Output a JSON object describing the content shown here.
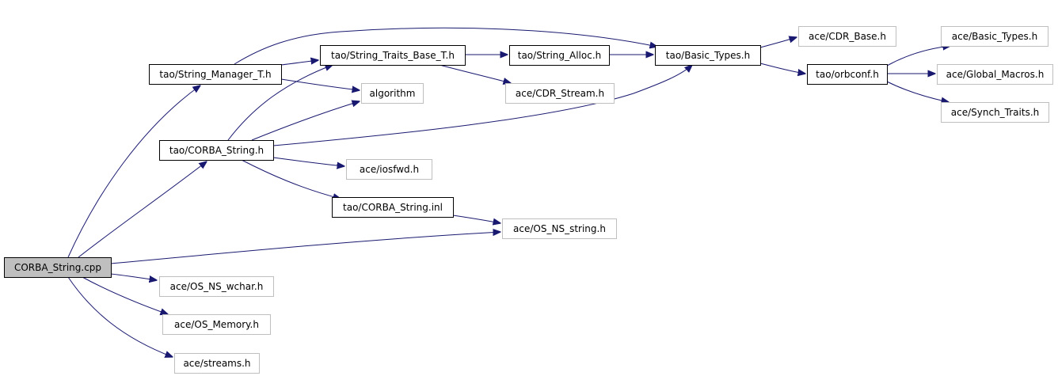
{
  "diagram": {
    "colors": {
      "edge": "#191970",
      "highlight_fill": "#bfbfbf",
      "solid_border": "#000000",
      "faded_border": "#bfbfbf",
      "background": "#ffffff"
    },
    "nodes": [
      {
        "id": "corba_string_cpp",
        "label": "CORBA_String.cpp",
        "style": "highlight"
      },
      {
        "id": "string_manager_t",
        "label": "tao/String_Manager_T.h",
        "style": "solid"
      },
      {
        "id": "corba_string_h",
        "label": "tao/CORBA_String.h",
        "style": "solid"
      },
      {
        "id": "string_traits_base_t",
        "label": "tao/String_Traits_Base_T.h",
        "style": "solid"
      },
      {
        "id": "string_alloc",
        "label": "tao/String_Alloc.h",
        "style": "solid"
      },
      {
        "id": "basic_types_tao",
        "label": "tao/Basic_Types.h",
        "style": "solid"
      },
      {
        "id": "orbconf",
        "label": "tao/orbconf.h",
        "style": "solid"
      },
      {
        "id": "corba_string_inl",
        "label": "tao/CORBA_String.inl",
        "style": "solid"
      },
      {
        "id": "algorithm",
        "label": "algorithm",
        "style": "faded"
      },
      {
        "id": "cdr_stream",
        "label": "ace/CDR_Stream.h",
        "style": "faded"
      },
      {
        "id": "cdr_base",
        "label": "ace/CDR_Base.h",
        "style": "faded"
      },
      {
        "id": "iosfwd",
        "label": "ace/iosfwd.h",
        "style": "faded"
      },
      {
        "id": "os_ns_string",
        "label": "ace/OS_NS_string.h",
        "style": "faded"
      },
      {
        "id": "os_ns_wchar",
        "label": "ace/OS_NS_wchar.h",
        "style": "faded"
      },
      {
        "id": "os_memory",
        "label": "ace/OS_Memory.h",
        "style": "faded"
      },
      {
        "id": "streams",
        "label": "ace/streams.h",
        "style": "faded"
      },
      {
        "id": "basic_types_ace",
        "label": "ace/Basic_Types.h",
        "style": "faded"
      },
      {
        "id": "global_macros",
        "label": "ace/Global_Macros.h",
        "style": "faded"
      },
      {
        "id": "synch_traits",
        "label": "ace/Synch_Traits.h",
        "style": "faded"
      }
    ],
    "edges": [
      {
        "from": "corba_string_cpp",
        "to": "string_manager_t"
      },
      {
        "from": "corba_string_cpp",
        "to": "corba_string_h"
      },
      {
        "from": "corba_string_cpp",
        "to": "os_ns_string"
      },
      {
        "from": "corba_string_cpp",
        "to": "os_ns_wchar"
      },
      {
        "from": "corba_string_cpp",
        "to": "os_memory"
      },
      {
        "from": "corba_string_cpp",
        "to": "streams"
      },
      {
        "from": "string_manager_t",
        "to": "basic_types_tao"
      },
      {
        "from": "string_manager_t",
        "to": "string_traits_base_t"
      },
      {
        "from": "string_manager_t",
        "to": "algorithm"
      },
      {
        "from": "corba_string_h",
        "to": "string_traits_base_t"
      },
      {
        "from": "corba_string_h",
        "to": "algorithm"
      },
      {
        "from": "corba_string_h",
        "to": "basic_types_tao"
      },
      {
        "from": "corba_string_h",
        "to": "iosfwd"
      },
      {
        "from": "corba_string_h",
        "to": "corba_string_inl"
      },
      {
        "from": "string_traits_base_t",
        "to": "string_alloc"
      },
      {
        "from": "string_traits_base_t",
        "to": "cdr_stream"
      },
      {
        "from": "string_alloc",
        "to": "basic_types_tao"
      },
      {
        "from": "basic_types_tao",
        "to": "cdr_base"
      },
      {
        "from": "basic_types_tao",
        "to": "orbconf"
      },
      {
        "from": "orbconf",
        "to": "basic_types_ace"
      },
      {
        "from": "orbconf",
        "to": "global_macros"
      },
      {
        "from": "orbconf",
        "to": "synch_traits"
      },
      {
        "from": "corba_string_inl",
        "to": "os_ns_string"
      }
    ]
  }
}
